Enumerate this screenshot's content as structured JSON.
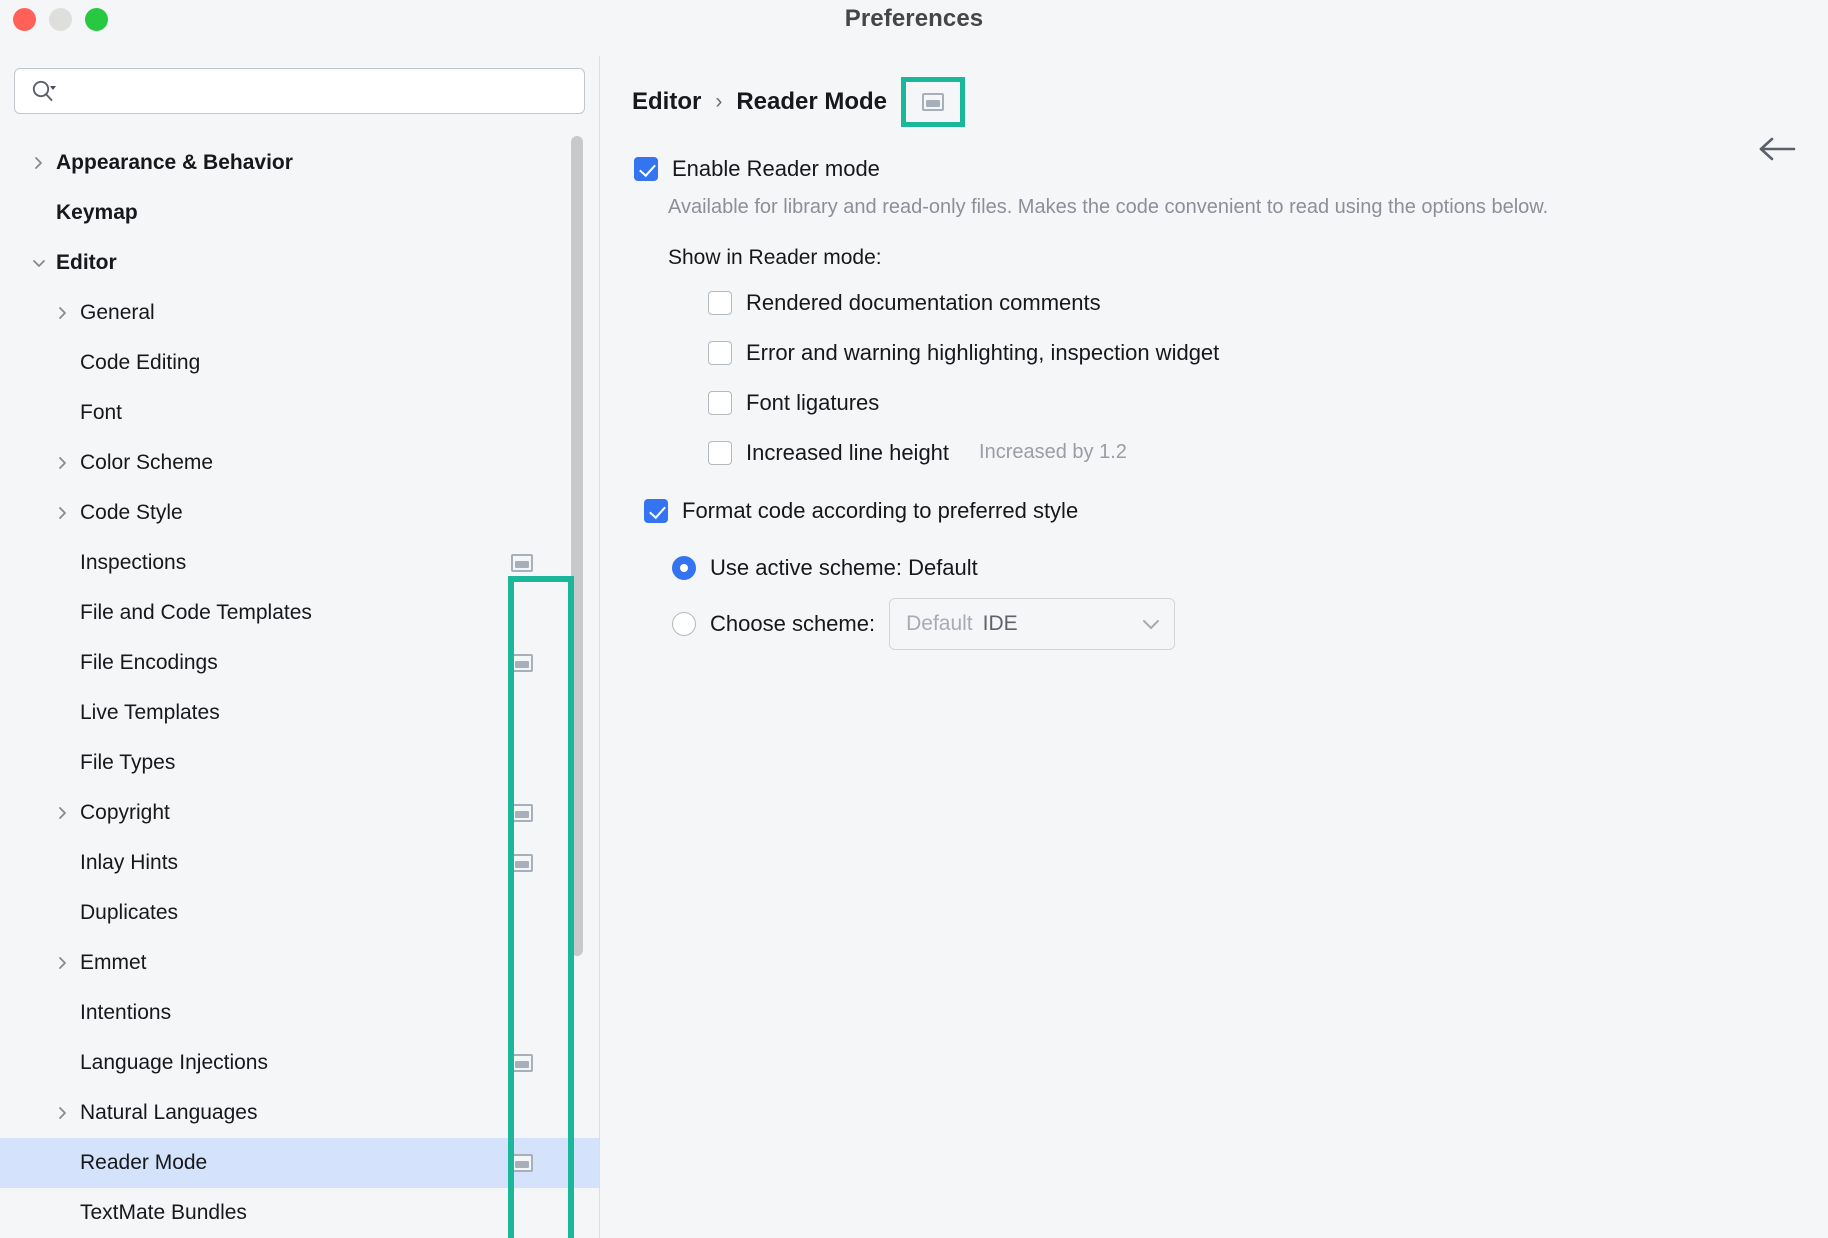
{
  "window": {
    "title": "Preferences",
    "traffic_lights": [
      "close-button",
      "minimize-button",
      "zoom-button"
    ]
  },
  "search": {
    "placeholder": "",
    "value": "",
    "icon": "search-icon"
  },
  "sidebar": {
    "items": [
      {
        "label": "Appearance & Behavior",
        "level": 0,
        "chevron": "right",
        "bold": true,
        "icon": false,
        "selected": false
      },
      {
        "label": "Keymap",
        "level": 0,
        "chevron": "none",
        "bold": true,
        "icon": false,
        "selected": false
      },
      {
        "label": "Editor",
        "level": 0,
        "chevron": "down",
        "bold": true,
        "icon": false,
        "selected": false
      },
      {
        "label": "General",
        "level": 1,
        "chevron": "right",
        "bold": false,
        "icon": false,
        "selected": false
      },
      {
        "label": "Code Editing",
        "level": 1,
        "chevron": "none",
        "bold": false,
        "icon": false,
        "selected": false
      },
      {
        "label": "Font",
        "level": 1,
        "chevron": "none",
        "bold": false,
        "icon": false,
        "selected": false
      },
      {
        "label": "Color Scheme",
        "level": 1,
        "chevron": "right",
        "bold": false,
        "icon": false,
        "selected": false
      },
      {
        "label": "Code Style",
        "level": 1,
        "chevron": "right",
        "bold": false,
        "icon": false,
        "selected": false
      },
      {
        "label": "Inspections",
        "level": 1,
        "chevron": "none",
        "bold": false,
        "icon": true,
        "selected": false
      },
      {
        "label": "File and Code Templates",
        "level": 1,
        "chevron": "none",
        "bold": false,
        "icon": false,
        "selected": false
      },
      {
        "label": "File Encodings",
        "level": 1,
        "chevron": "none",
        "bold": false,
        "icon": true,
        "selected": false
      },
      {
        "label": "Live Templates",
        "level": 1,
        "chevron": "none",
        "bold": false,
        "icon": false,
        "selected": false
      },
      {
        "label": "File Types",
        "level": 1,
        "chevron": "none",
        "bold": false,
        "icon": false,
        "selected": false
      },
      {
        "label": "Copyright",
        "level": 1,
        "chevron": "right",
        "bold": false,
        "icon": true,
        "selected": false
      },
      {
        "label": "Inlay Hints",
        "level": 1,
        "chevron": "none",
        "bold": false,
        "icon": true,
        "selected": false
      },
      {
        "label": "Duplicates",
        "level": 1,
        "chevron": "none",
        "bold": false,
        "icon": false,
        "selected": false
      },
      {
        "label": "Emmet",
        "level": 1,
        "chevron": "right",
        "bold": false,
        "icon": false,
        "selected": false
      },
      {
        "label": "Intentions",
        "level": 1,
        "chevron": "none",
        "bold": false,
        "icon": false,
        "selected": false
      },
      {
        "label": "Language Injections",
        "level": 1,
        "chevron": "none",
        "bold": false,
        "icon": true,
        "selected": false
      },
      {
        "label": "Natural Languages",
        "level": 1,
        "chevron": "right",
        "bold": false,
        "icon": false,
        "selected": false
      },
      {
        "label": "Reader Mode",
        "level": 1,
        "chevron": "none",
        "bold": false,
        "icon": true,
        "selected": true
      },
      {
        "label": "TextMate Bundles",
        "level": 1,
        "chevron": "none",
        "bold": false,
        "icon": false,
        "selected": false
      }
    ],
    "highlight_color": "#1bb79b"
  },
  "breadcrumb": {
    "parent": "Editor",
    "separator": "›",
    "current": "Reader Mode",
    "settings_icon": "project-level-settings-icon"
  },
  "header": {
    "back_arrow": "back-arrow-icon"
  },
  "main": {
    "enable": {
      "label": "Enable Reader mode",
      "checked": true,
      "description": "Available for library and read-only files. Makes the code convenient to read using the options below."
    },
    "show_section": {
      "label": "Show in Reader mode:",
      "options": [
        {
          "label": "Rendered documentation comments",
          "checked": false,
          "hint": ""
        },
        {
          "label": "Error and warning highlighting, inspection widget",
          "checked": false,
          "hint": ""
        },
        {
          "label": "Font ligatures",
          "checked": false,
          "hint": ""
        },
        {
          "label": "Increased line height",
          "checked": false,
          "hint": "Increased by 1.2"
        }
      ]
    },
    "format": {
      "label": "Format code according to preferred style",
      "checked": true,
      "radios": [
        {
          "label": "Use active scheme: Default",
          "selected": true
        },
        {
          "label": "Choose scheme:",
          "selected": false
        }
      ],
      "scheme_combo": {
        "prefix": "Default",
        "value": "IDE",
        "chevron": "chevron-down-icon"
      }
    }
  },
  "colors": {
    "accent": "#3574f0",
    "annotation": "#1bb79b",
    "selection": "#d4e2fc"
  }
}
